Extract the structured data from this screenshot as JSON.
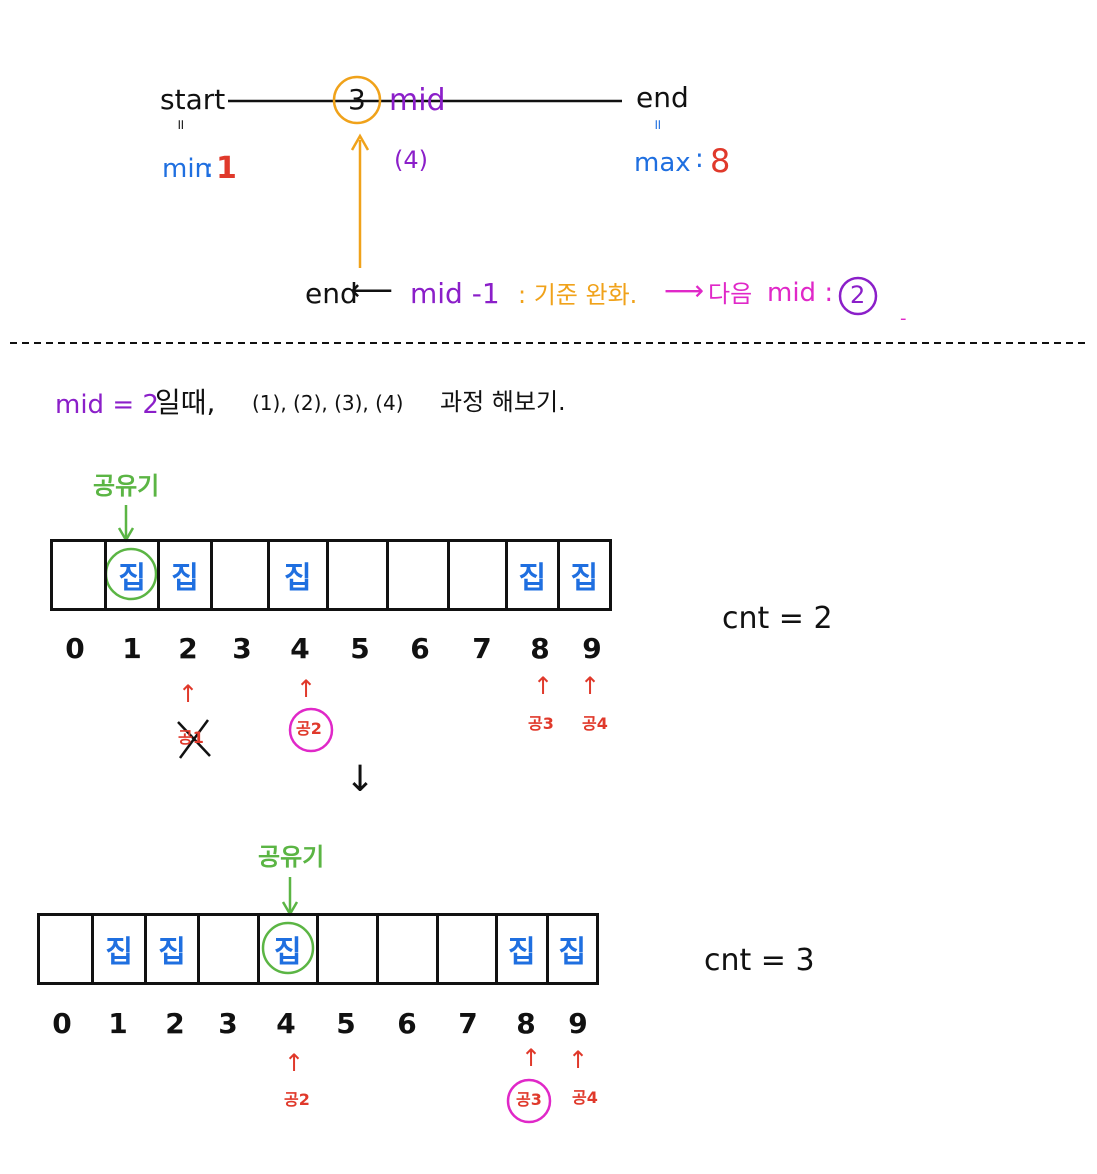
{
  "top": {
    "start_label": "start",
    "start_eq": "॥",
    "min_label": "min",
    "min_colon": ":",
    "min_value": "1",
    "mid_value": "3",
    "mid_label": "mid",
    "mid_note": "(4)",
    "end_label": "end",
    "end_eq": "॥",
    "max_label": "max",
    "max_colon": ":",
    "max_value": "8",
    "bottom_end": "end",
    "bottom_arrow": "⟵",
    "bottom_expr": "mid -1",
    "bottom_note": ": 기준 완화.",
    "bottom_arrow2": "⟶",
    "bottom_next": "다음",
    "bottom_mid": "mid :",
    "bottom_circle": "2",
    "bottom_dash": "-"
  },
  "caption": {
    "mid_eq": "mid = 2",
    "text": "일때,",
    "steps": "(1), (2), (3), (4)",
    "tail": "과정 해보기."
  },
  "diagram1": {
    "sharer_label": "공유기",
    "cells": [
      "",
      "집",
      "집",
      "",
      "집",
      "",
      "",
      "",
      "집",
      "집"
    ],
    "indices": [
      "0",
      "1",
      "2",
      "3",
      "4",
      "5",
      "6",
      "7",
      "8",
      "9"
    ],
    "cnt": "cnt = 2",
    "markers": [
      {
        "index": 2,
        "label": "공1",
        "crossed": true,
        "circled": false
      },
      {
        "index": 4,
        "label": "공2",
        "crossed": false,
        "circled": true
      },
      {
        "index": 8,
        "label": "공3",
        "crossed": false,
        "circled": false
      },
      {
        "index": 9,
        "label": "공4",
        "crossed": false,
        "circled": false
      }
    ]
  },
  "down_arrow": "↓",
  "diagram2": {
    "sharer_label": "공유기",
    "cells": [
      "",
      "집",
      "집",
      "",
      "집",
      "",
      "",
      "",
      "집",
      "집"
    ],
    "indices": [
      "0",
      "1",
      "2",
      "3",
      "4",
      "5",
      "6",
      "7",
      "8",
      "9"
    ],
    "cnt": "cnt = 3",
    "markers": [
      {
        "index": 4,
        "label": "공2",
        "crossed": false,
        "circled": false
      },
      {
        "index": 8,
        "label": "공3",
        "crossed": false,
        "circled": true
      },
      {
        "index": 9,
        "label": "공4",
        "crossed": false,
        "circled": false
      }
    ]
  },
  "colors": {
    "black": "#111111",
    "blue": "#1f6fe0",
    "purple": "#8b1fc9",
    "orange": "#f0a21a",
    "red": "#e0392b",
    "green": "#5bb544",
    "magenta": "#e028c8"
  }
}
